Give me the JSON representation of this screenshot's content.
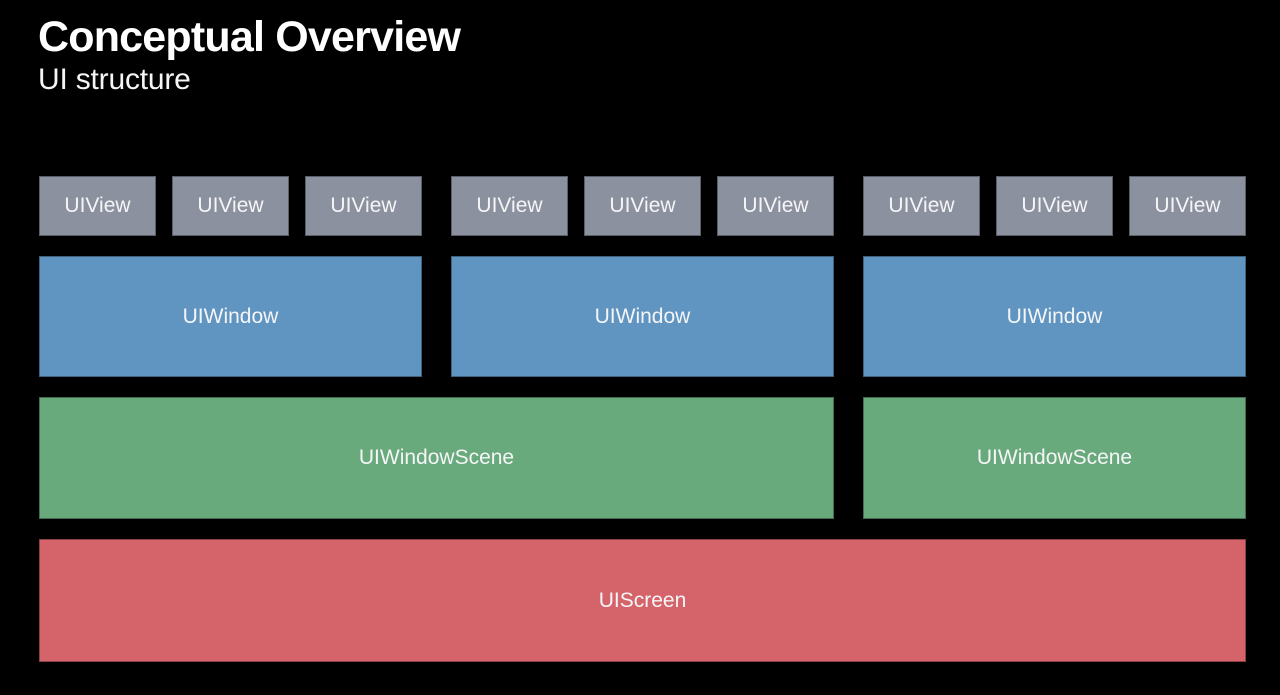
{
  "header": {
    "title": "Conceptual Overview",
    "subtitle": "UI structure"
  },
  "diagram": {
    "view_groups": [
      [
        "UIView",
        "UIView",
        "UIView"
      ],
      [
        "UIView",
        "UIView",
        "UIView"
      ],
      [
        "UIView",
        "UIView",
        "UIView"
      ]
    ],
    "windows": [
      "UIWindow",
      "UIWindow",
      "UIWindow"
    ],
    "scenes": [
      "UIWindowScene",
      "UIWindowScene"
    ],
    "screen": "UIScreen"
  },
  "colors": {
    "background": "#000000",
    "uiview_fill": "#8b919e",
    "uiwindow_fill": "#6095c1",
    "uiwindowscene_fill": "#69aa7d",
    "uiscreen_fill": "#d5646a",
    "label_text": "#f5f5f7",
    "title_text": "#ffffff"
  }
}
